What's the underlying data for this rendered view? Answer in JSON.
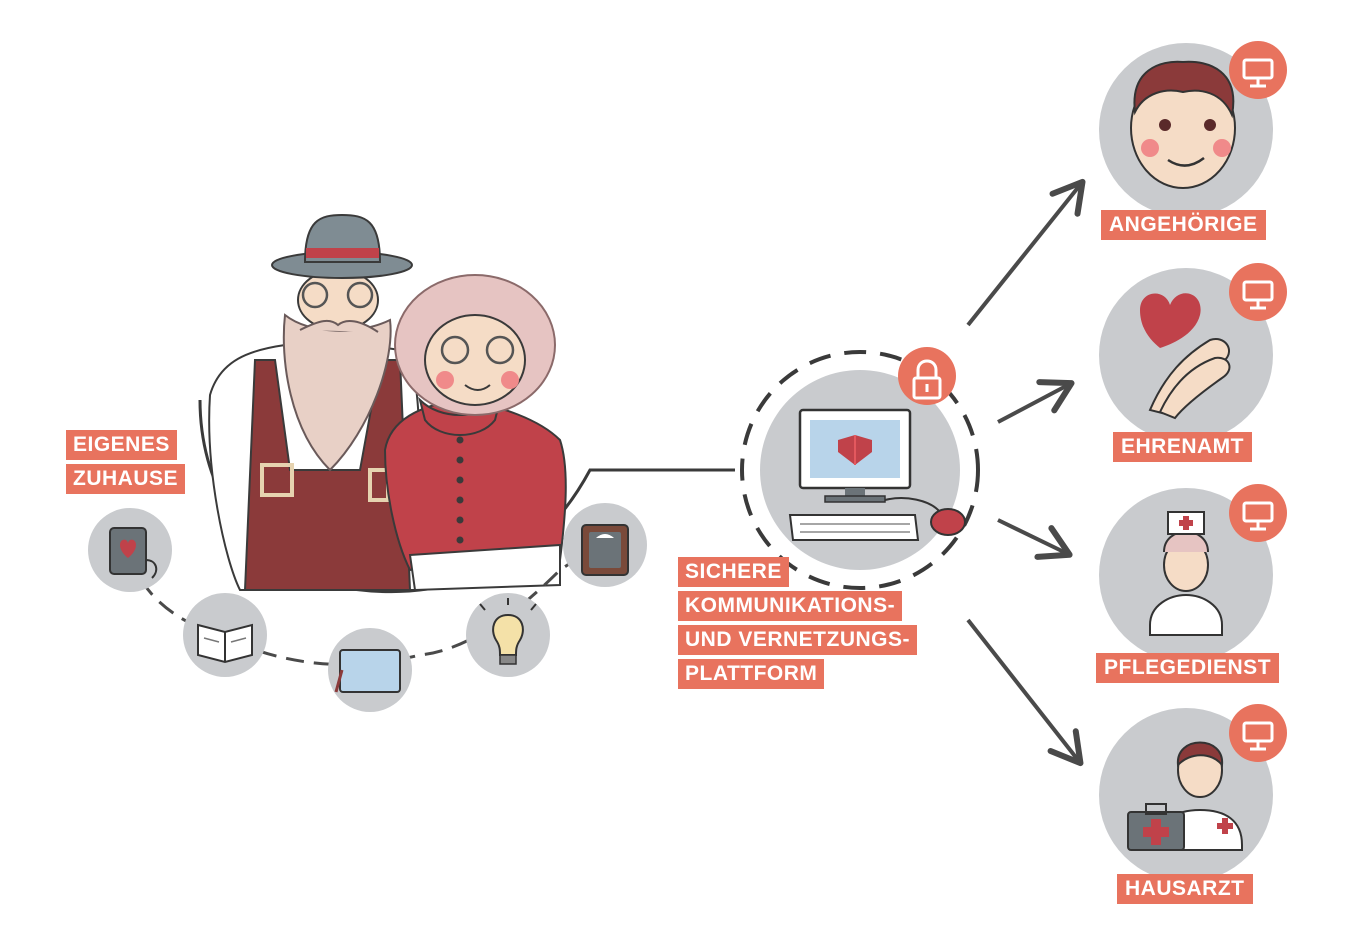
{
  "home": {
    "label_lines": [
      "EIGENES",
      "ZUHAUSE"
    ]
  },
  "platform": {
    "label_lines": [
      "SICHERE",
      "KOMMUNIKATIONS-",
      "UND VERNETZUNGS-",
      "PLATTFORM"
    ]
  },
  "recipients": [
    {
      "label": "ANGEHÖRIGE"
    },
    {
      "label": "EHRENAMT"
    },
    {
      "label": "PFLEGEDIENST"
    },
    {
      "label": "HAUSARZT"
    }
  ],
  "colors": {
    "accent": "#e8735e",
    "circle_grey": "#c9cbce",
    "line": "#4a4a4a",
    "red": "#c0424a",
    "brown": "#8b3a3a"
  },
  "icons": {
    "home_devices": [
      "emergency-device-icon",
      "book-icon",
      "tablet-icon",
      "lightbulb-icon",
      "scale-icon"
    ],
    "platform": [
      "computer-icon",
      "lock-icon"
    ],
    "recipient_badge": "monitor-icon"
  }
}
